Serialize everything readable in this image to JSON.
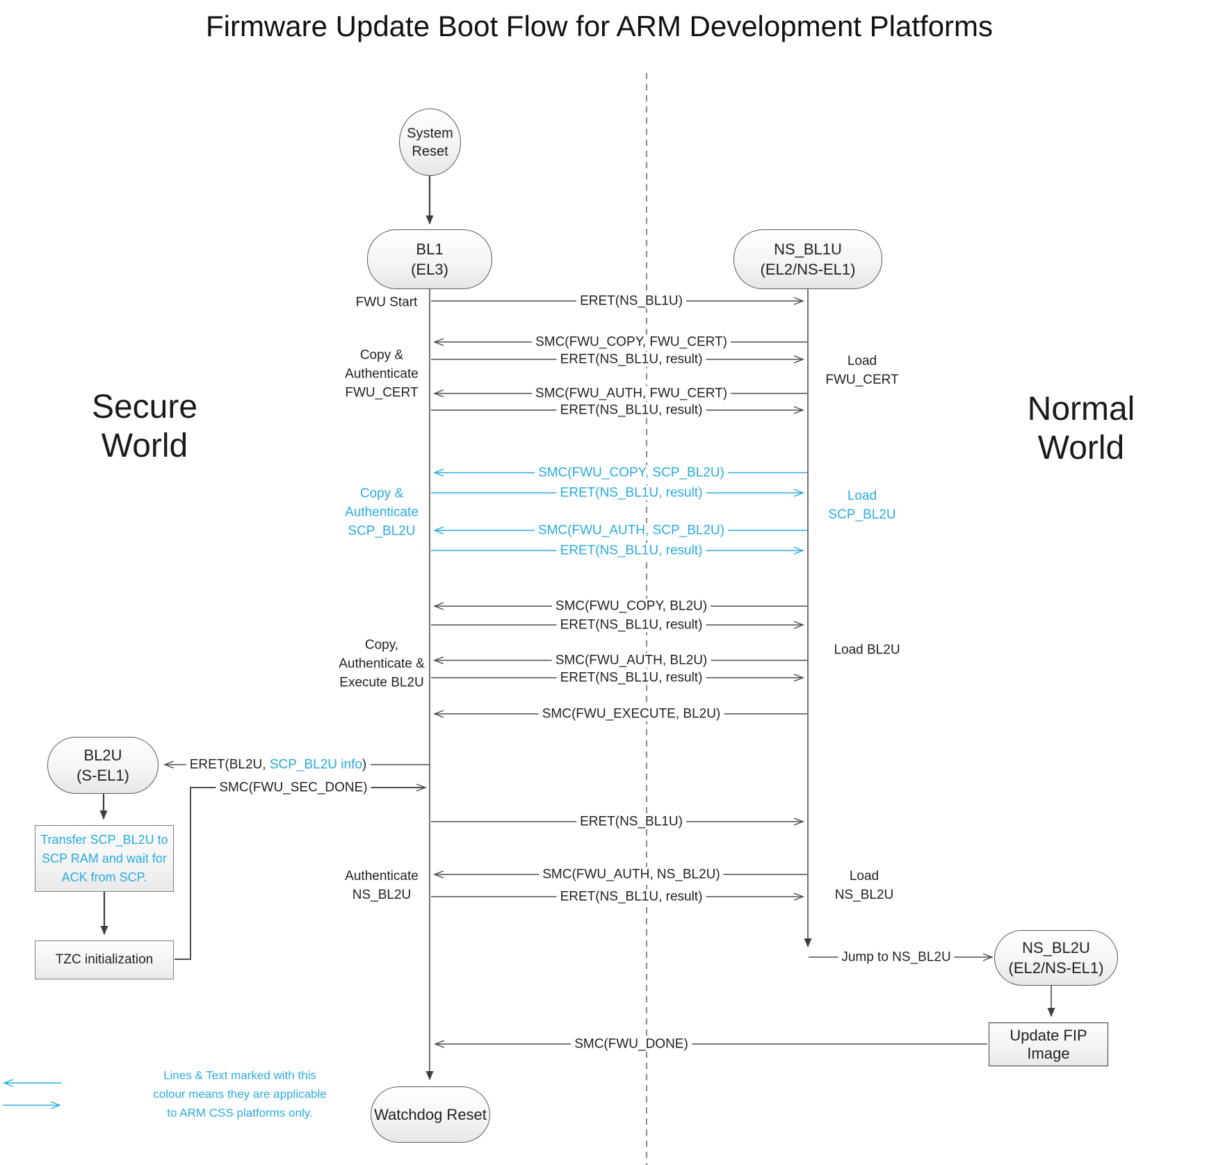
{
  "title": "Firmware Update Boot Flow for ARM Development Platforms",
  "colors": {
    "accent": "#29abe2",
    "line": "#4d4d4d",
    "text": "#1f1f1f"
  },
  "worlds": {
    "secure": [
      "Secure",
      "World"
    ],
    "normal": [
      "Normal",
      "World"
    ]
  },
  "nodes": {
    "system_reset": [
      "System",
      "Reset"
    ],
    "bl1": [
      "BL1",
      "(EL3)"
    ],
    "ns_bl1u": [
      "NS_BL1U",
      "(EL2/NS-EL1)"
    ],
    "bl2u": [
      "BL2U",
      "(S-EL1)"
    ],
    "ns_bl2u": [
      "NS_BL2U",
      "(EL2/NS-EL1)"
    ],
    "transfer_scp": [
      "Transfer SCP_BL2U to",
      "SCP RAM and wait for",
      "ACK from SCP."
    ],
    "tzc": "TZC initialization",
    "update_fip": "Update FIP Image",
    "watchdog": "Watchdog Reset"
  },
  "messages": {
    "eret_ns_bl1u": "ERET(NS_BL1U)",
    "eret_result": "ERET(NS_BL1U, result)",
    "smc_copy_fwu_cert": "SMC(FWU_COPY, FWU_CERT)",
    "smc_auth_fwu_cert": "SMC(FWU_AUTH, FWU_CERT)",
    "smc_copy_scp_bl2u": "SMC(FWU_COPY, SCP_BL2U)",
    "smc_auth_scp_bl2u": "SMC(FWU_AUTH, SCP_BL2U)",
    "smc_copy_bl2u": "SMC(FWU_COPY, BL2U)",
    "smc_auth_bl2u": "SMC(FWU_AUTH, BL2U)",
    "smc_execute_bl2u": "SMC(FWU_EXECUTE, BL2U)",
    "eret_bl2u_parts": [
      "ERET(BL2U, ",
      "SCP_BL2U info",
      ")"
    ],
    "smc_sec_done": "SMC(FWU_SEC_DONE)",
    "smc_auth_ns_bl2u": "SMC(FWU_AUTH, NS_BL2U)",
    "jump_ns_bl2u": "Jump to NS_BL2U",
    "smc_done": "SMC(FWU_DONE)"
  },
  "side_labels": {
    "fwu_start": "FWU Start",
    "copy_auth_fwu_cert": [
      "Copy &",
      "Authenticate",
      "FWU_CERT"
    ],
    "copy_auth_scp_bl2u": [
      "Copy &",
      "Authenticate",
      "SCP_BL2U"
    ],
    "copy_auth_exec_bl2u": [
      "Copy,",
      "Authenticate &",
      "Execute BL2U"
    ],
    "auth_ns_bl2u": [
      "Authenticate",
      "NS_BL2U"
    ],
    "load_fwu_cert": [
      "Load",
      "FWU_CERT"
    ],
    "load_scp_bl2u": [
      "Load",
      "SCP_BL2U"
    ],
    "load_bl2u": "Load BL2U",
    "load_ns_bl2u": [
      "Load",
      "NS_BL2U"
    ]
  },
  "legend": {
    "lines": [
      "Lines & Text marked with this",
      "colour means they are applicable",
      "to ARM CSS platforms only."
    ]
  }
}
